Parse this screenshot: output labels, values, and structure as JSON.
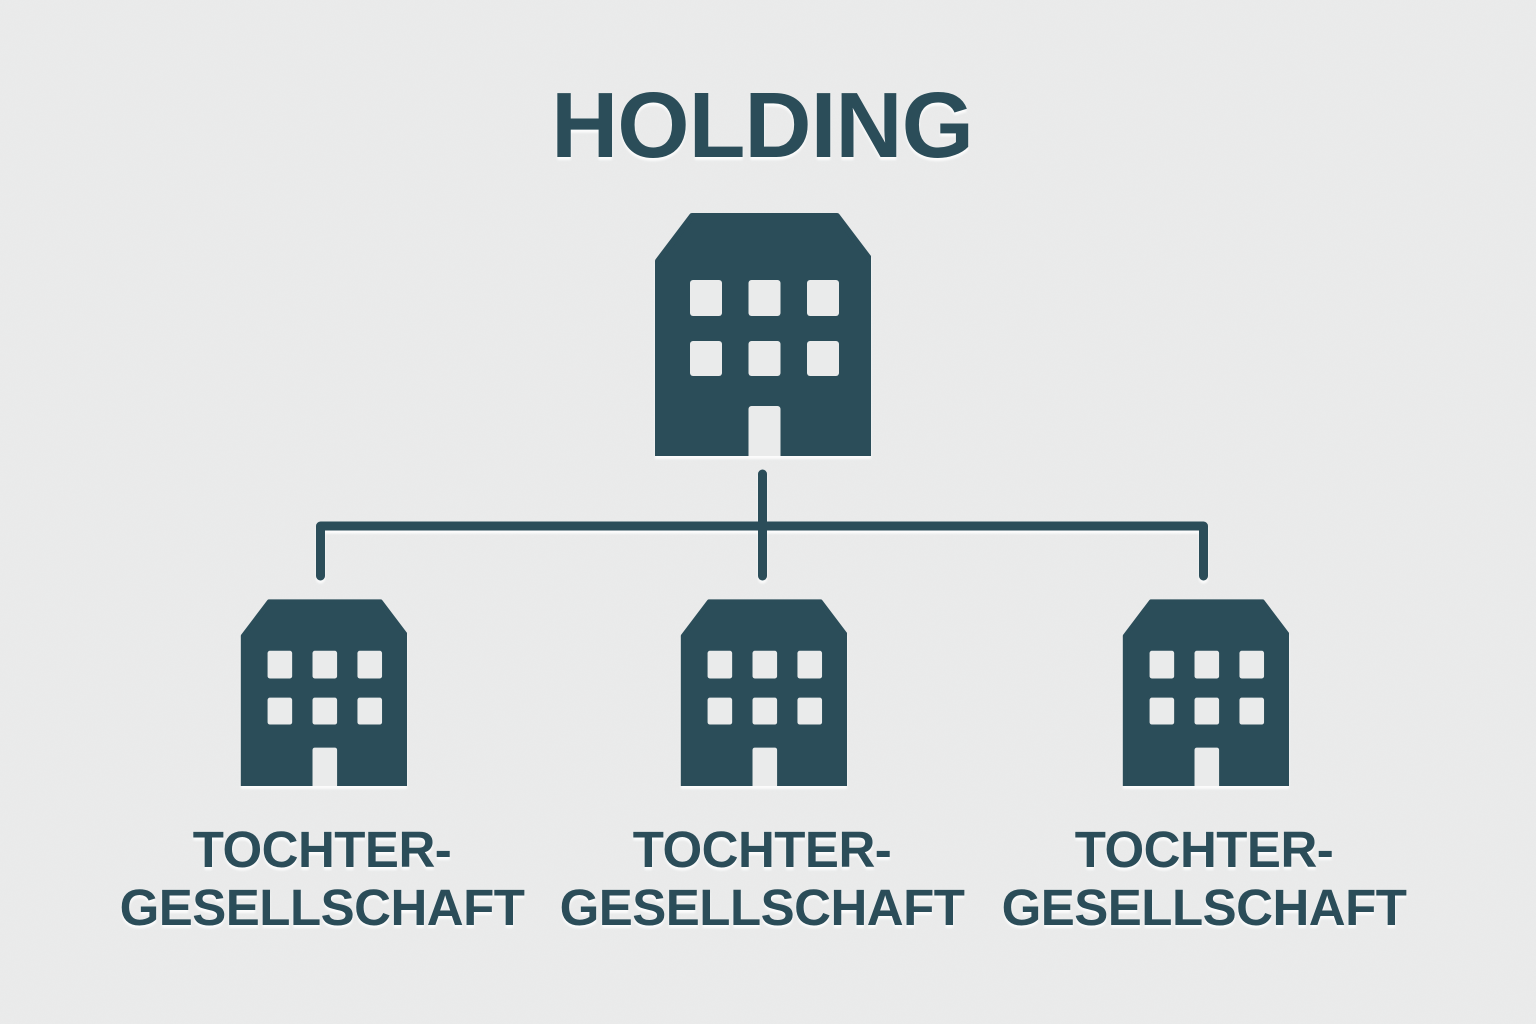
{
  "colors": {
    "primary": "#2b4d59",
    "background": "#eaebeb"
  },
  "diagram": {
    "type": "org-tree",
    "root": {
      "label": "HOLDING",
      "icon": "building-icon"
    },
    "children": [
      {
        "label_line1": "TOCHTER-",
        "label_line2": "GESELLSCHAFT",
        "icon": "building-icon"
      },
      {
        "label_line1": "TOCHTER-",
        "label_line2": "GESELLSCHAFT",
        "icon": "building-icon"
      },
      {
        "label_line1": "TOCHTER-",
        "label_line2": "GESELLSCHAFT",
        "icon": "building-icon"
      }
    ]
  }
}
